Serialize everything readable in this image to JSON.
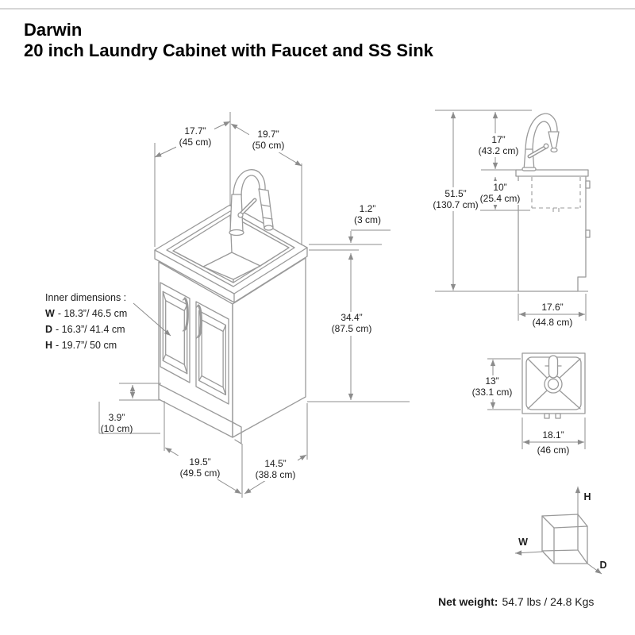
{
  "title": {
    "line1": "Darwin",
    "line2": "20 inch Laundry Cabinet with Faucet and SS Sink"
  },
  "front_view": {
    "width_top": {
      "in": "17.7”",
      "cm": "(45 cm)"
    },
    "depth_top": {
      "in": "19.7”",
      "cm": "(50 cm)"
    },
    "counter_thickness": {
      "in": "1.2”",
      "cm": "(3 cm)"
    },
    "counter_to_floor": {
      "in": "34.4”",
      "cm": "(87.5 cm)"
    },
    "toe_kick": {
      "in": "3.9”",
      "cm": "(10 cm)"
    },
    "bottom_width": {
      "in": "19.5”",
      "cm": "(49.5 cm)"
    },
    "bottom_depth": {
      "in": "14.5”",
      "cm": "(38.8 cm)"
    },
    "inner": {
      "heading": "Inner dimensions :",
      "items": [
        {
          "label": "W",
          "text": "- 18.3”/ 46.5 cm"
        },
        {
          "label": "D",
          "text": "- 16.3”/ 41.4 cm"
        },
        {
          "label": "H",
          "text": "- 19.7”/ 50 cm"
        }
      ]
    }
  },
  "side_view": {
    "faucet_height": {
      "in": "17”",
      "cm": "(43.2 cm)"
    },
    "total_height": {
      "in": "51.5”",
      "cm": "(130.7 cm)"
    },
    "sink_depth": {
      "in": "10”",
      "cm": "(25.4 cm)"
    },
    "cabinet_depth": {
      "in": "17.6”",
      "cm": "(44.8 cm)"
    }
  },
  "sink_top_view": {
    "inner_length": {
      "in": "13”",
      "cm": "(33.1 cm)"
    },
    "outer_width": {
      "in": "18.1”",
      "cm": "(46 cm)"
    }
  },
  "axis_cube": {
    "h": "H",
    "w": "W",
    "d": "D"
  },
  "footer": {
    "label": "Net weight:",
    "value": "54.7 lbs / 24.8 Kgs"
  },
  "colors": {
    "background": "#ffffff",
    "drawing_line": "#9a9a9a",
    "dimension_line": "#8c8c8c",
    "text": "#1c1c1c",
    "title": "#000000"
  }
}
